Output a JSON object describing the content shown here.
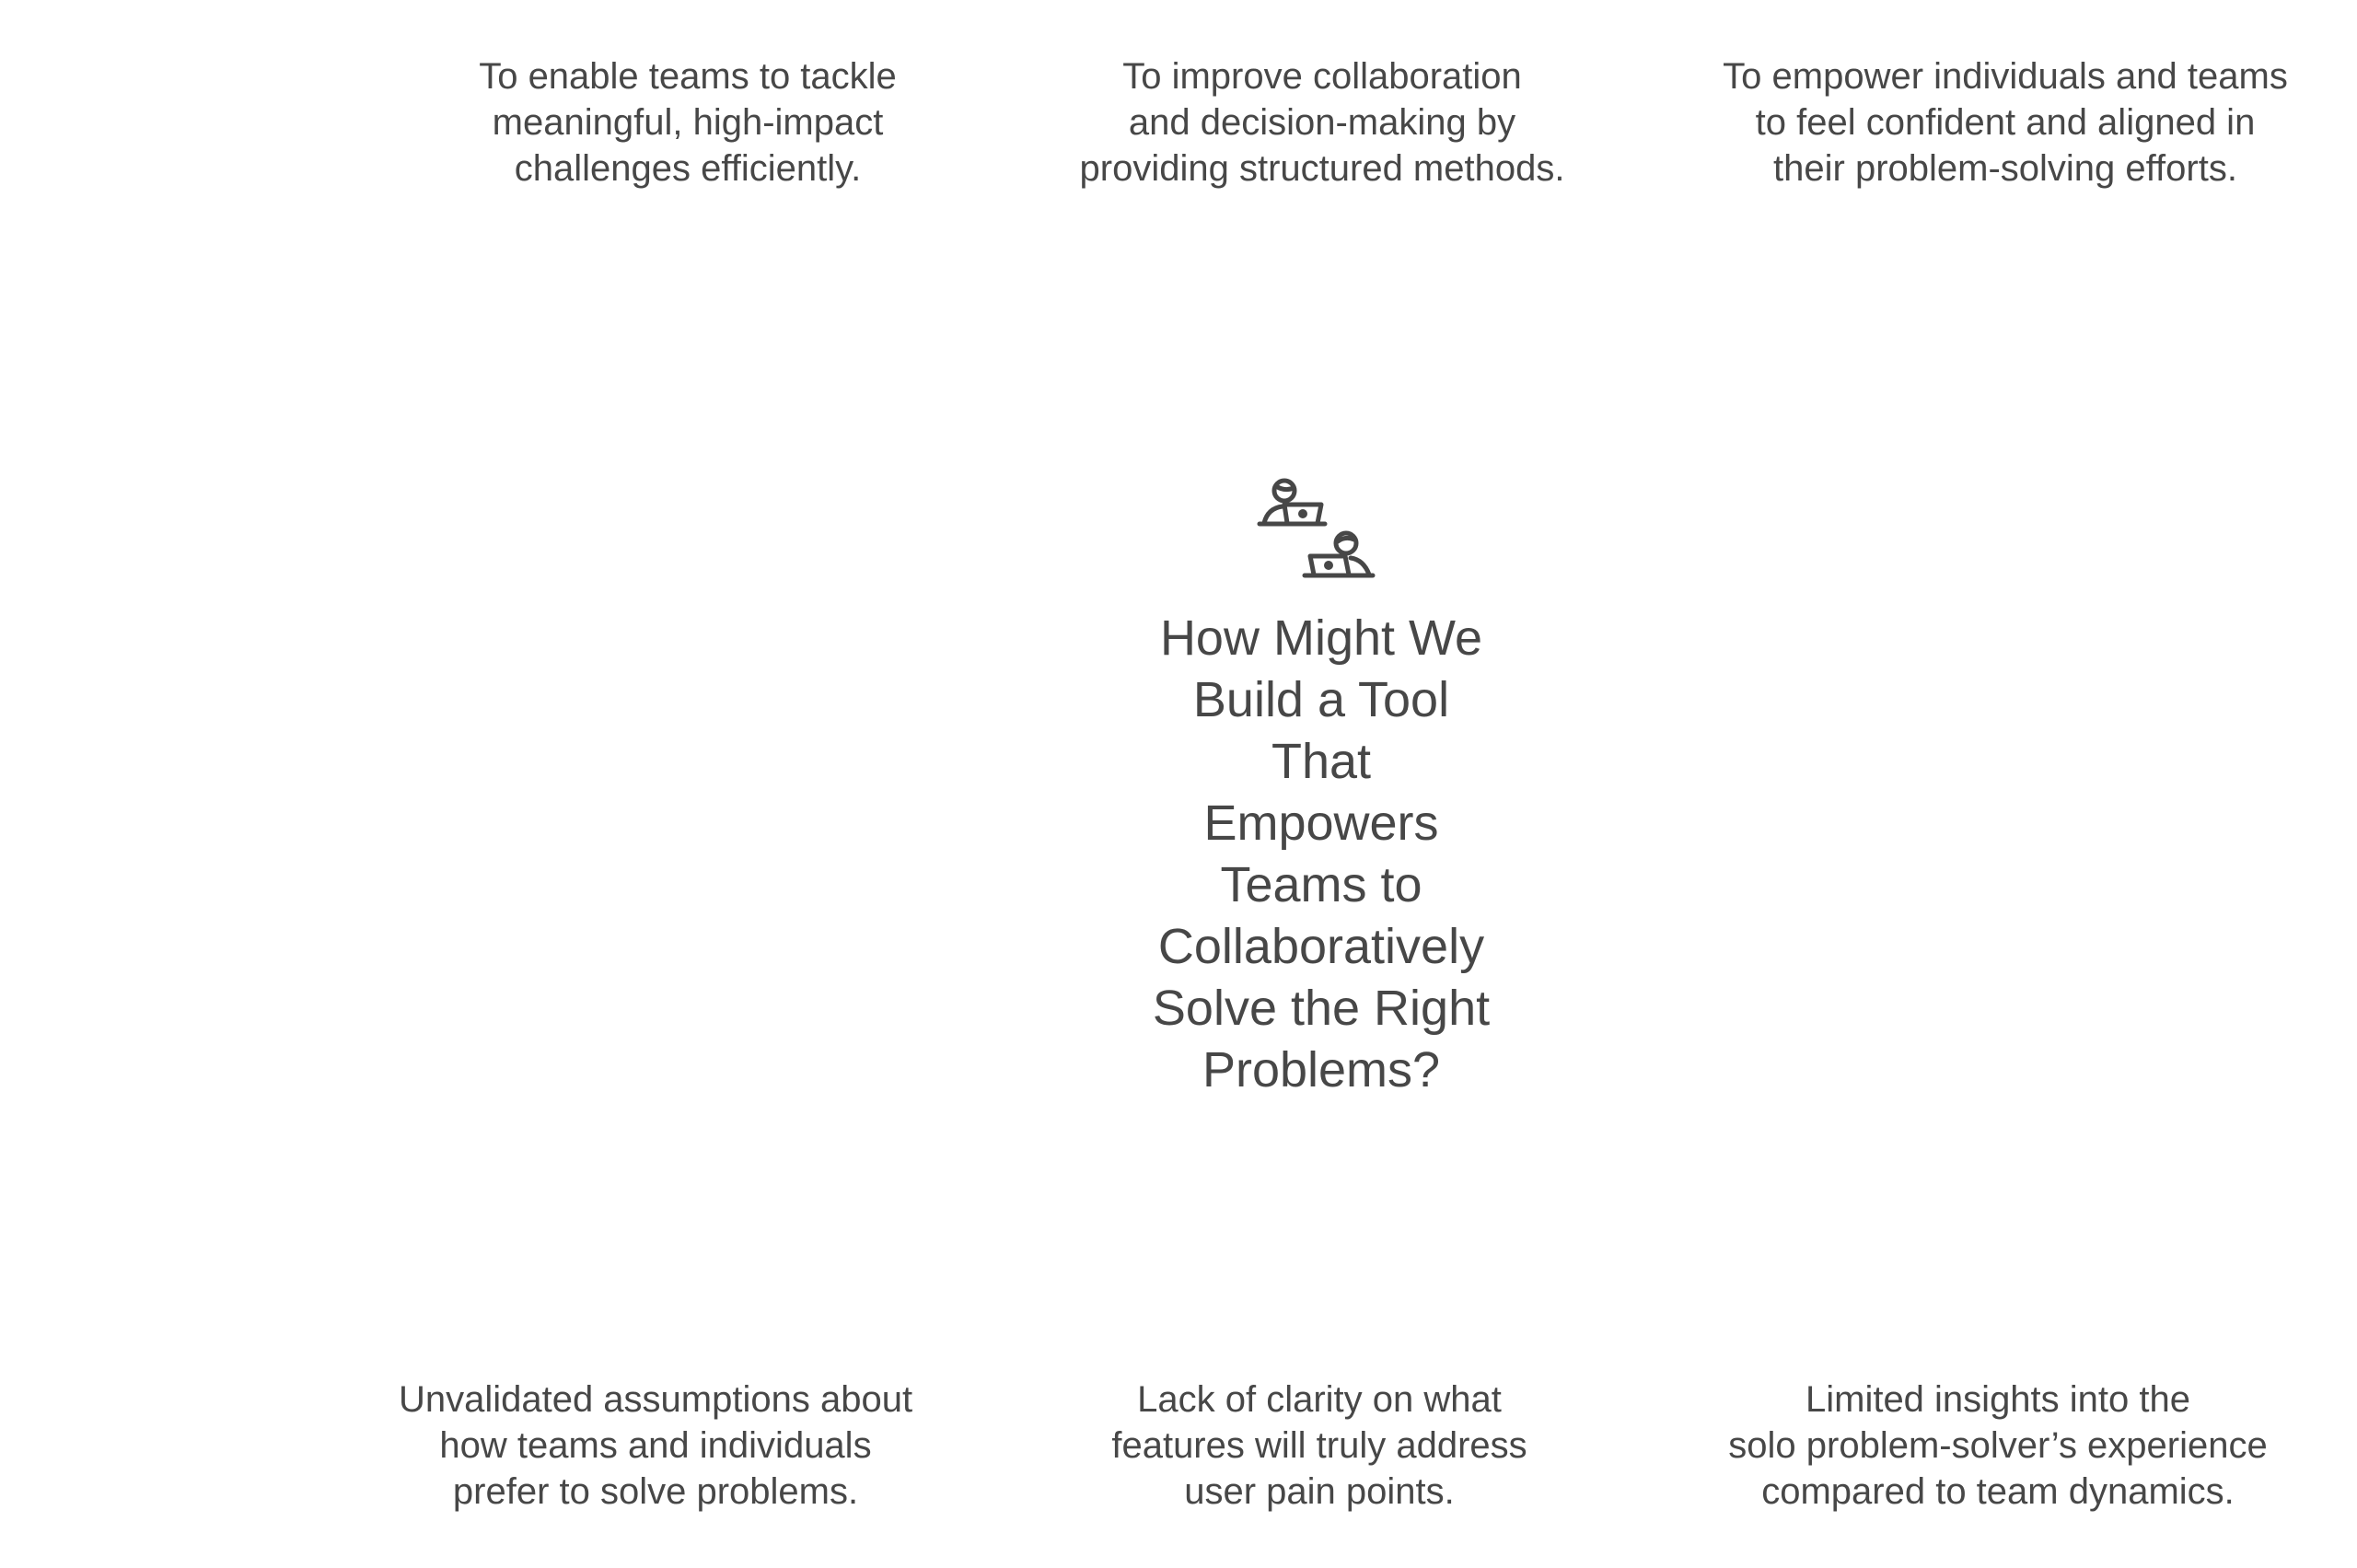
{
  "diagram": {
    "central_question": {
      "icon": "team-laptops-icon",
      "lines": [
        "How Might We",
        "Build a Tool",
        "That",
        "Empowers",
        "Teams to",
        "Collaboratively",
        "Solve the Right",
        "Problems?"
      ]
    },
    "goals": [
      {
        "lines": [
          "To enable teams to tackle",
          "meaningful, high-impact",
          "challenges efficiently."
        ]
      },
      {
        "lines": [
          "To improve collaboration",
          "and decision-making by",
          "providing structured methods."
        ]
      },
      {
        "lines": [
          "To empower individuals and teams",
          "to feel confident and aligned in",
          "their problem-solving efforts."
        ]
      }
    ],
    "unknowns": [
      {
        "lines": [
          "Unvalidated assumptions about",
          "how teams and individuals",
          "prefer to solve problems."
        ]
      },
      {
        "lines": [
          "Lack of clarity on what",
          "features will truly address",
          "user pain points."
        ]
      },
      {
        "lines": [
          "Limited insights into the",
          "solo problem-solver’s experience",
          "compared to team dynamics."
        ]
      }
    ],
    "colors": {
      "text": "#474747",
      "icon": "#474747",
      "background": "#ffffff"
    }
  }
}
